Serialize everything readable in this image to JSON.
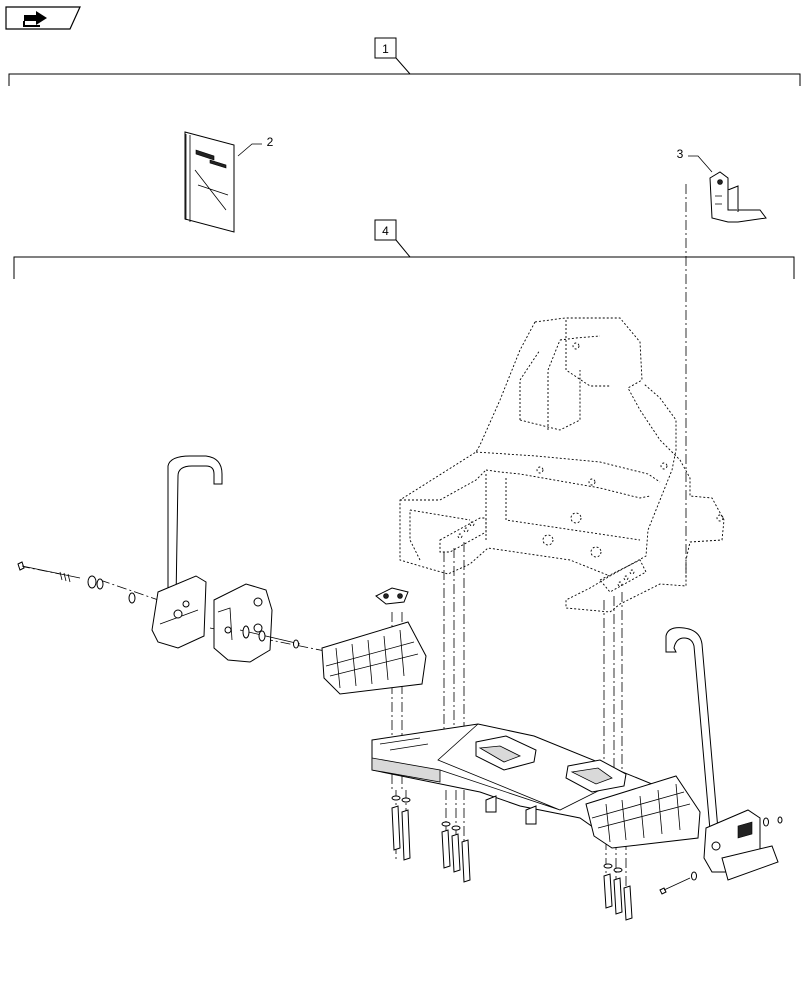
{
  "nav_button": {
    "icon": "page-flip-arrow-icon"
  },
  "callouts": [
    {
      "label": "1"
    },
    {
      "label": "2"
    },
    {
      "label": "3"
    },
    {
      "label": "4"
    }
  ]
}
